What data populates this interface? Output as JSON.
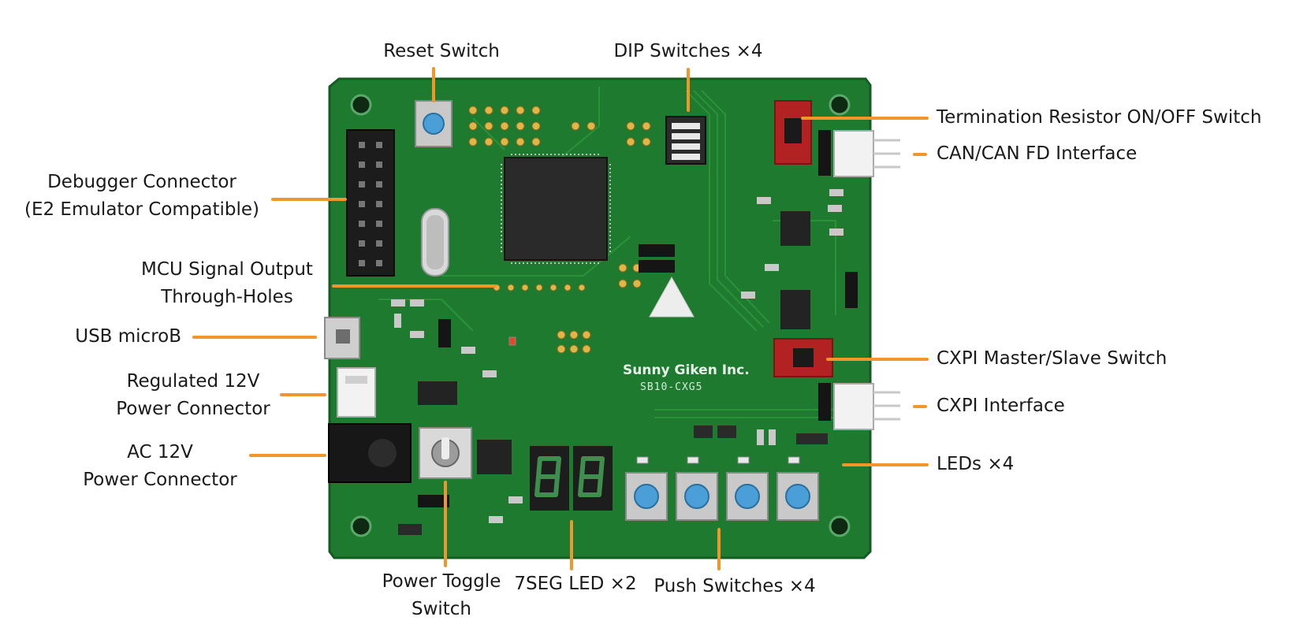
{
  "board": {
    "brand_text": "Sunny Giken Inc.",
    "model_text": "SB10-CXG5",
    "pcb_color": "#1e7a2e",
    "pcb_dark": "#11561e",
    "leader_color": "#f0962a"
  },
  "labels": {
    "reset_switch": "Reset Switch",
    "dip_switches": "DIP Switches ×4",
    "termination_switch": "Termination Resistor ON/OFF Switch",
    "can_interface": "CAN/CAN FD Interface",
    "debugger_line1": "Debugger Connector",
    "debugger_line2": "(E2 Emulator Compatible)",
    "mcu_line1": "MCU Signal Output",
    "mcu_line2": "Through-Holes",
    "usb": "USB microB",
    "regulated_line1": "Regulated 12V",
    "regulated_line2": "Power Connector",
    "ac_line1": "AC 12V",
    "ac_line2": "Power Connector",
    "cxpi_switch": "CXPI Master/Slave Switch",
    "cxpi_interface": "CXPI Interface",
    "leds": "LEDs ×4",
    "power_toggle_line1": "Power Toggle",
    "power_toggle_line2": "Switch",
    "seg7": "7SEG LED ×2",
    "push_switches": "Push Switches ×4"
  }
}
